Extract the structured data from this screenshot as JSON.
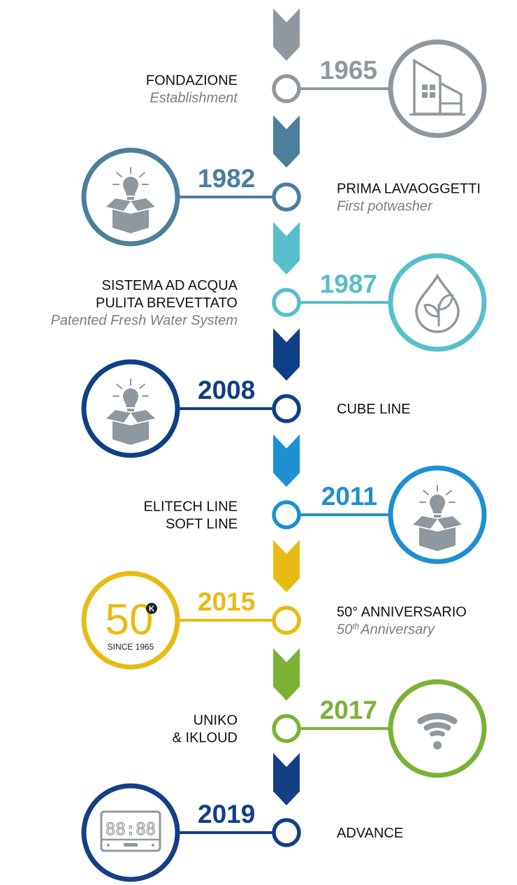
{
  "milestones": [
    {
      "year": "1965",
      "color": "#8f989e",
      "title_lines": [
        "FONDAZIONE"
      ],
      "subtitle": "Establishment",
      "icon": "building-icon"
    },
    {
      "year": "1982",
      "color": "#4c7f9a",
      "title_lines": [
        "PRIMA LAVAOGGETTI"
      ],
      "subtitle": "First potwasher",
      "icon": "idea-box-icon"
    },
    {
      "year": "1987",
      "color": "#56bfcb",
      "title_lines": [
        "SISTEMA AD ACQUA",
        "PULITA BREVETTATO"
      ],
      "subtitle": "Patented Fresh Water System",
      "icon": "water-leaf-icon"
    },
    {
      "year": "2008",
      "color": "#0f3f86",
      "title_lines": [
        "CUBE LINE"
      ],
      "subtitle": "",
      "icon": "idea-box-icon"
    },
    {
      "year": "2011",
      "color": "#1d8fd2",
      "title_lines": [
        "ELITECH LINE",
        "SOFT LINE"
      ],
      "subtitle": "",
      "icon": "idea-box-icon"
    },
    {
      "year": "2015",
      "color": "#e7bb12",
      "title_lines": [
        "50° ANNIVERSARIO"
      ],
      "subtitle": "",
      "subtitle_main": "50",
      "subtitle_sup": "th",
      "subtitle_rest": "Anniversary",
      "icon": "fifty-years-logo"
    },
    {
      "year": "2017",
      "color": "#7bb236",
      "title_lines": [
        "UNIKO",
        "& IKLOUD"
      ],
      "subtitle": "",
      "icon": "wifi-icon"
    },
    {
      "year": "2019",
      "color": "#143f85",
      "title_lines": [
        "ADVANCE"
      ],
      "subtitle": "",
      "icon": "control-panel-icon"
    }
  ],
  "chevron_colors": [
    "#8f989e",
    "#4c7f9a",
    "#56bfcb",
    "#0f3f86",
    "#1d8fd2",
    "#e7bb12",
    "#7bb236",
    "#143f85"
  ],
  "fifty_logo": {
    "text": "50",
    "since": "SINCE 1965",
    "badge": "K"
  },
  "control_panel_display": "88:88"
}
